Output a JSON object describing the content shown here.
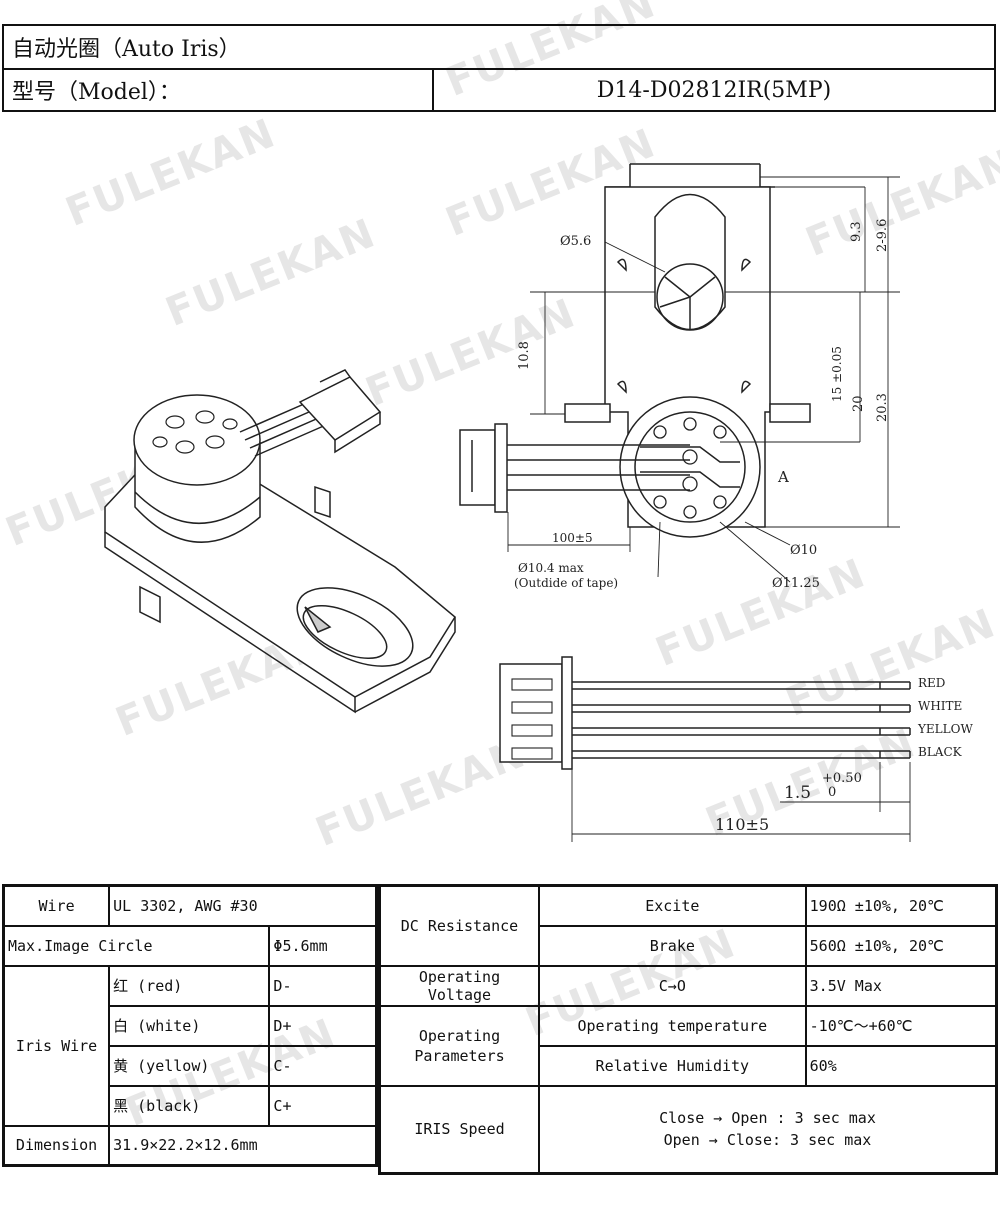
{
  "watermark": "FULEKAN",
  "header": {
    "title": "自动光圈（Auto Iris）",
    "model_label": "型号（Model）：",
    "model_value": "D14-D02812IR(5MP)"
  },
  "drawing": {
    "labels": {
      "phi56": "Ø5.6",
      "d93": "9.3",
      "d296": "2-9.6",
      "d108": "10.8",
      "d15": "15 ±0.05",
      "d20": "20",
      "d203": "20.3",
      "pointA": "A",
      "d100": "100±5",
      "phi10": "Ø10",
      "phi104": "Ø10.4 max",
      "outside": "(Outdide of tape)",
      "phi1125": "Ø11.25",
      "d15b": "1.5",
      "tolUp": "+0.50",
      "tolDn": "0",
      "d110": "110±5"
    },
    "wire_colors": [
      "RED",
      "WHITE",
      "YELLOW",
      "BLACK"
    ]
  },
  "spec_left": {
    "wire_label": "Wire",
    "wire_value": "UL 3302, AWG #30",
    "image_circle_label": "Max.Image Circle",
    "image_circle_value": "Φ5.6mm",
    "iris_wire_label": "Iris Wire",
    "iris_rows": [
      {
        "color": "红 (red)",
        "pin": "D-"
      },
      {
        "color": "白 (white)",
        "pin": "D+"
      },
      {
        "color": "黄 (yellow)",
        "pin": "C-"
      },
      {
        "color": "黑 (black)",
        "pin": "C+"
      }
    ],
    "dimension_label": "Dimension",
    "dimension_value": "31.9×22.2×12.6mm"
  },
  "spec_right": {
    "dc_label": "DC Resistance",
    "excite_label": "Excite",
    "excite_value": "190Ω ±10%, 20℃",
    "brake_label": "Brake",
    "brake_value": "560Ω ±10%, 20℃",
    "voltage_label": "Operating Voltage",
    "voltage_mid": "C→O",
    "voltage_value": "3.5V Max",
    "params_label": "Operating Parameters",
    "temp_label": "Operating temperature",
    "temp_value": "-10℃～+60℃",
    "humidity_label": "Relative Humidity",
    "humidity_value": "60%",
    "speed_label": "IRIS Speed",
    "speed_line1": "Close → Open : 3 sec max",
    "speed_line2": "Open → Close: 3 sec max"
  }
}
